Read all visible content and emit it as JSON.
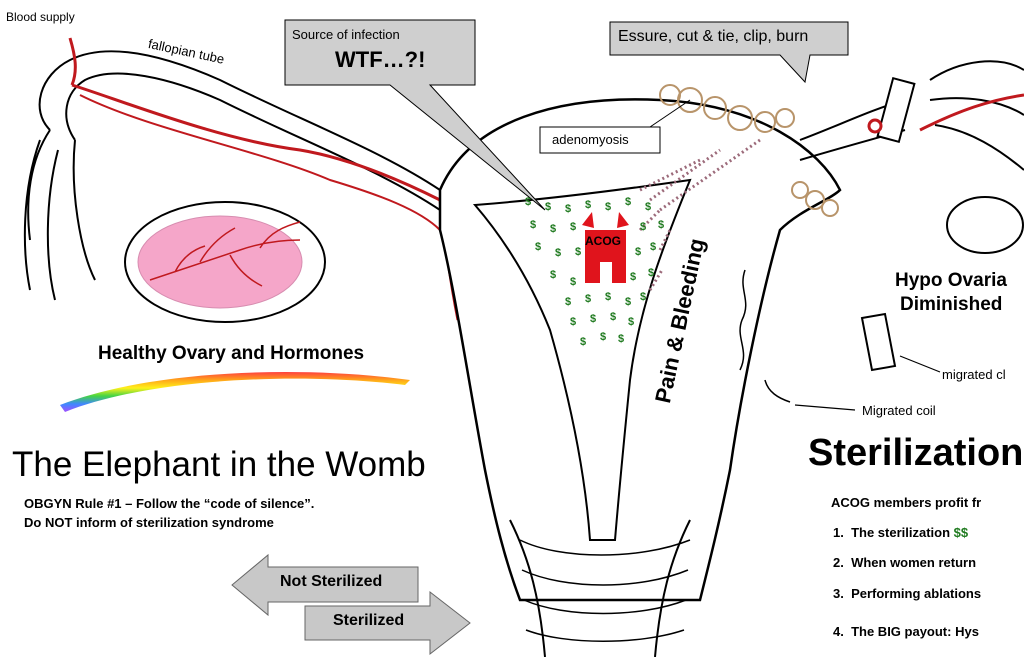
{
  "labels": {
    "blood_supply": "Blood supply",
    "fallopian_tube": "fallopian tube",
    "source_of_infection": "Source of infection",
    "wtf": "WTF…?!",
    "essure_methods": "Essure, cut & tie, clip, burn",
    "adenomyosis": "adenomyosis",
    "acog": "ACOG",
    "pain_bleeding": "Pain & Bleeding",
    "hypo_ovarian": "Hypo Ovaria",
    "diminished": "Diminished",
    "migrated_clip": "migrated cl",
    "migrated_coil": "Migrated coil",
    "healthy_ovary": "Healthy Ovary and Hormones"
  },
  "left_panel": {
    "title": "The Elephant in the Womb",
    "rule_line1": "OBGYN Rule #1 – Follow the “code of silence”.",
    "rule_line2": "Do NOT inform of sterilization syndrome"
  },
  "arrows": {
    "not_sterilized": "Not Sterilized",
    "sterilized": "Sterilized"
  },
  "right_panel": {
    "title": "Sterilization",
    "subtitle": "ACOG members profit fr",
    "items": [
      {
        "num": "1.",
        "text": "The sterilization ",
        "money": "$$"
      },
      {
        "num": "2.",
        "text": "When women return",
        "money": ""
      },
      {
        "num": "3.",
        "text": "Performing ablations",
        "money": ""
      },
      {
        "num": "4.",
        "text": "The BIG payout:  Hys",
        "money": ""
      }
    ]
  },
  "colors": {
    "blood": "#c0191e",
    "ovary_pink": "#f5a6c9",
    "money_green": "#1f7a1f",
    "acog_red": "#e0141c",
    "callout_gray": "#cfcfcf",
    "arrow_gray": "#c8c8c8",
    "scar_tan": "#b8946a"
  },
  "icons": {
    "dollar_sign": "$",
    "rainbow": "rainbow-icon",
    "acog_devil": "devil-icon"
  }
}
